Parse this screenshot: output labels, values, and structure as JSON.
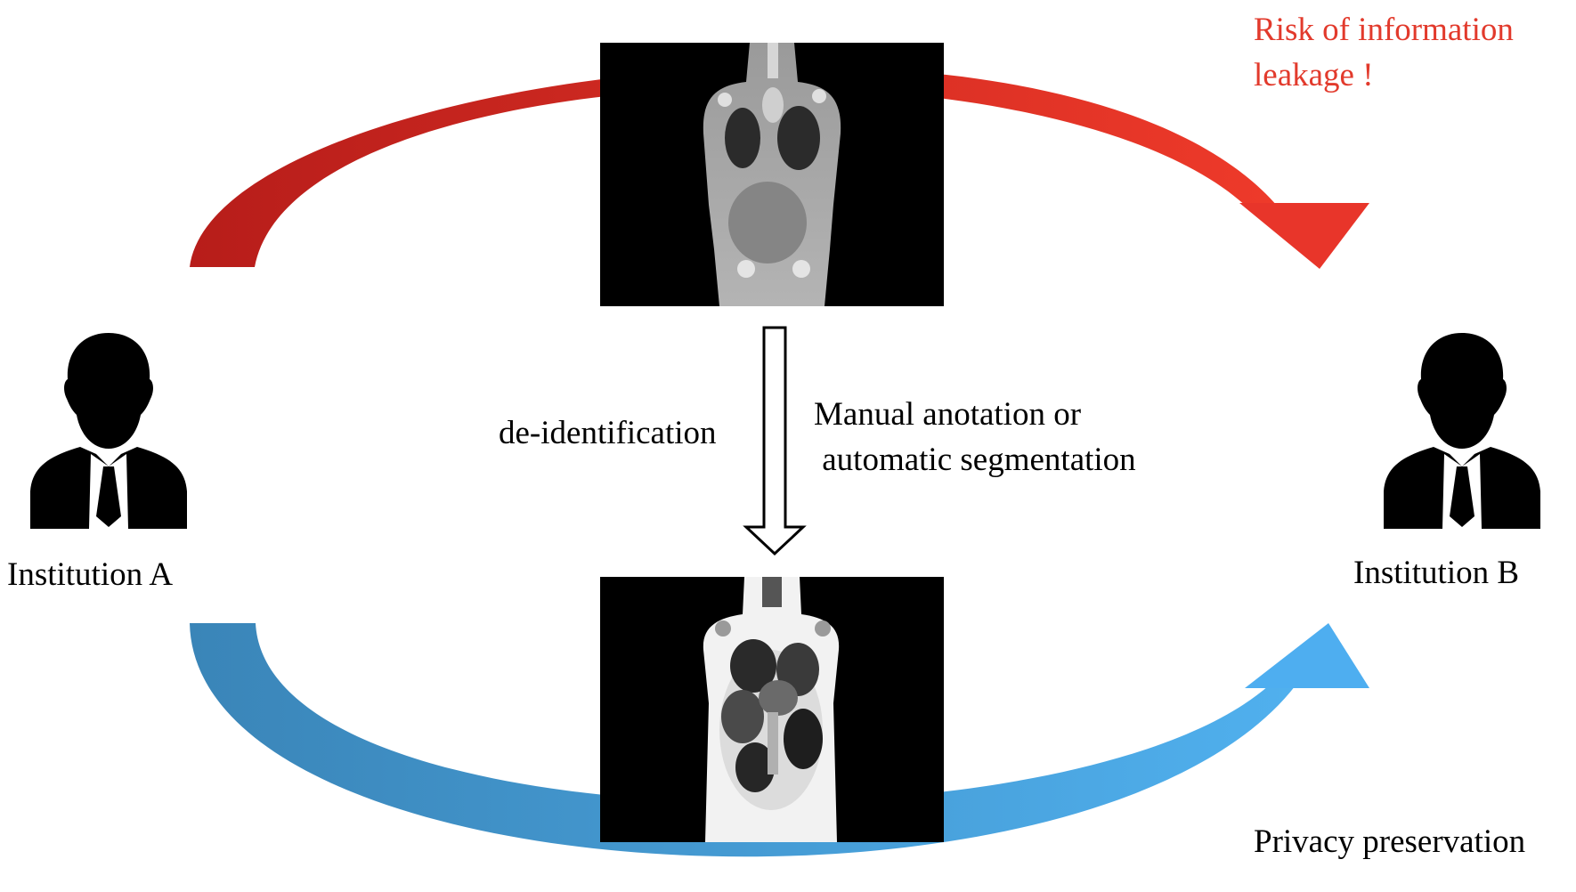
{
  "institution_a": "Institution A",
  "institution_b": "Institution B",
  "top_flow": {
    "warning_line1": "Risk of information",
    "warning_line2": "leakage !"
  },
  "bottom_flow": {
    "label": "Privacy preservation"
  },
  "process": {
    "left_label": "de-identification",
    "right_line1": "Manual anotation or",
    "right_line2": " automatic segmentation"
  },
  "colors": {
    "red_arrow": "#e23a2c",
    "blue_arrow": "#4aa8e4",
    "warning_text": "#e23a2c"
  },
  "icons": [
    "person-icon",
    "person-icon",
    "down-arrow-icon"
  ]
}
